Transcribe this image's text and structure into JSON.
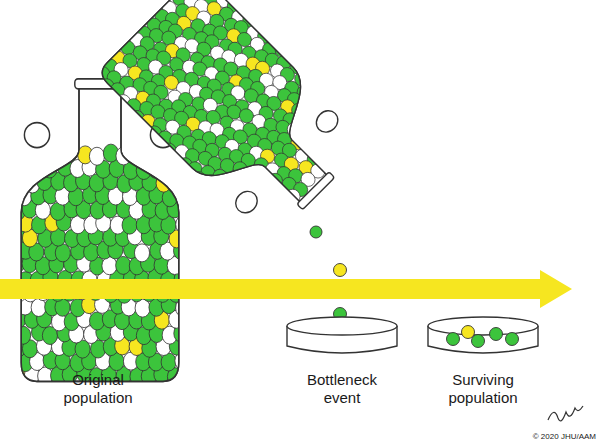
{
  "diagram": {
    "labels": [
      "Original population",
      "Bottleneck event",
      "Surviving population",
      "© 2020 JHU/AAM"
    ]
  }
}
